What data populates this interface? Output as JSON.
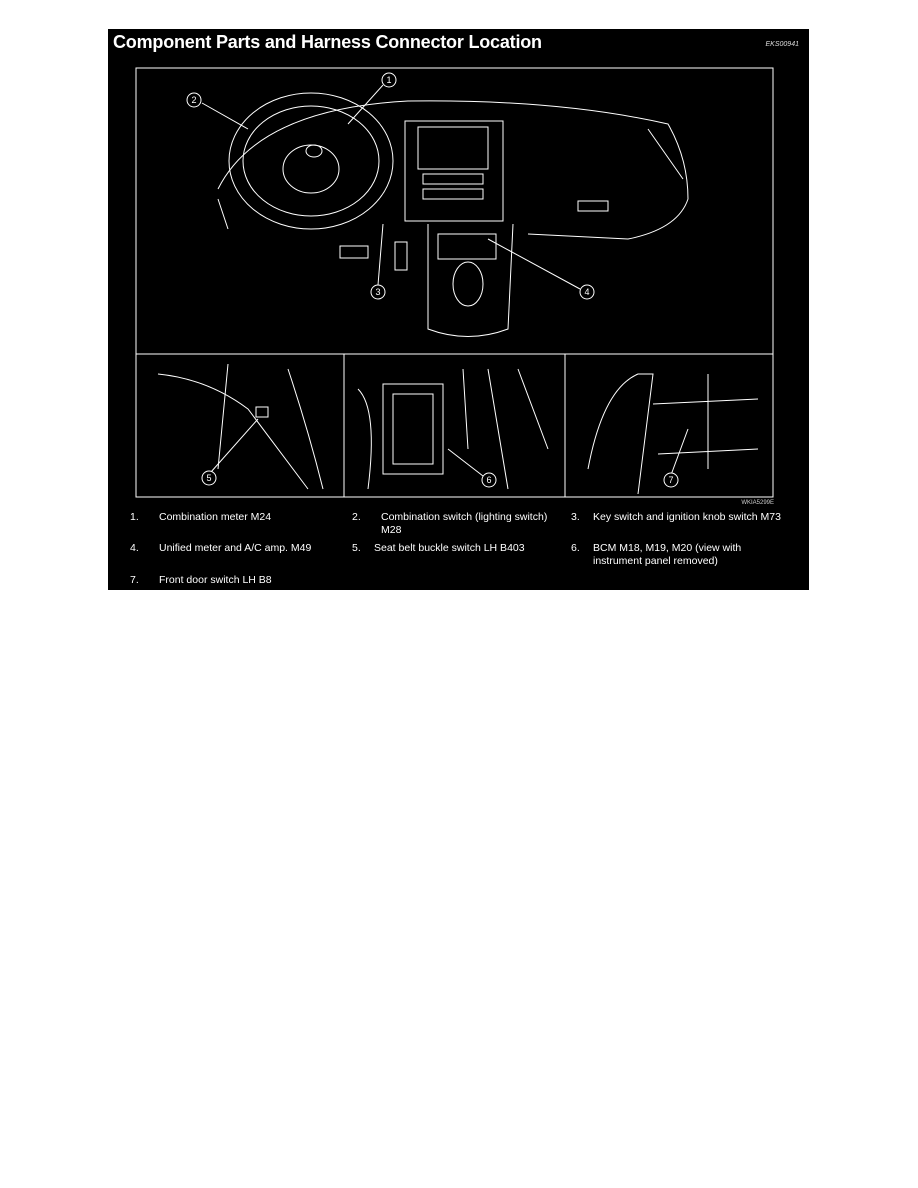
{
  "title": "Component Parts and Harness Connector Location",
  "section_code": "EKS00941",
  "figure_code": "WKIA5299E",
  "callouts": [
    "1",
    "2",
    "3",
    "4",
    "5",
    "6",
    "7"
  ],
  "legend": [
    {
      "num": "1.",
      "text": "Combination meter M24"
    },
    {
      "num": "2.",
      "text": "Combination switch (lighting switch) M28"
    },
    {
      "num": "3.",
      "text": "Key switch and ignition knob switch M73"
    },
    {
      "num": "4.",
      "text": "Unified meter and A/C amp. M49"
    },
    {
      "num": "5.",
      "text": "Seat belt buckle switch LH B403"
    },
    {
      "num": "6.",
      "text": "BCM M18, M19, M20 (view with instrument panel removed)"
    },
    {
      "num": "7.",
      "text": "Front door switch LH B8"
    }
  ]
}
